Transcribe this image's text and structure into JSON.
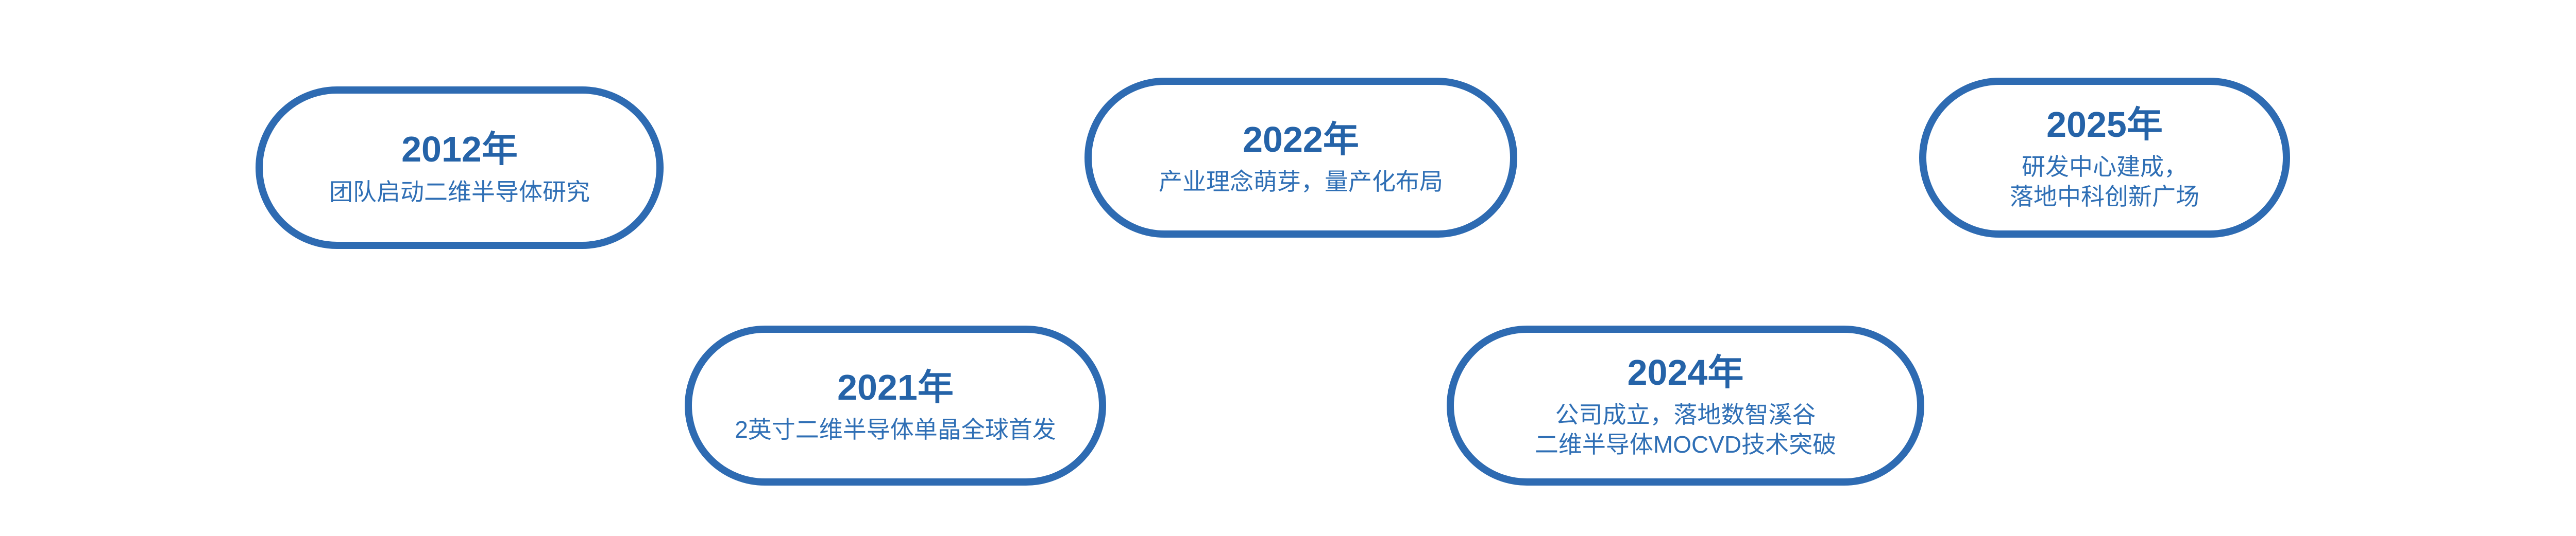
{
  "timeline": {
    "milestones": [
      {
        "id": "m2012",
        "year": "2012年",
        "lines": [
          "团队启动二维半导体研究"
        ]
      },
      {
        "id": "m2021",
        "year": "2021年",
        "lines": [
          "2英寸二维半导体单晶全球首发"
        ]
      },
      {
        "id": "m2022",
        "year": "2022年",
        "lines": [
          "产业理念萌芽，量产化布局"
        ]
      },
      {
        "id": "m2024",
        "year": "2024年",
        "lines": [
          "公司成立，落地数智溪谷",
          "二维半导体MOCVD技术突破"
        ]
      },
      {
        "id": "m2025",
        "year": "2025年",
        "lines": [
          "研发中心建成，",
          "落地中科创新广场"
        ]
      }
    ],
    "colors": {
      "border": "#2e6bb2",
      "year_text": "#2563a8",
      "desc_text": "#2f6fb5"
    }
  }
}
